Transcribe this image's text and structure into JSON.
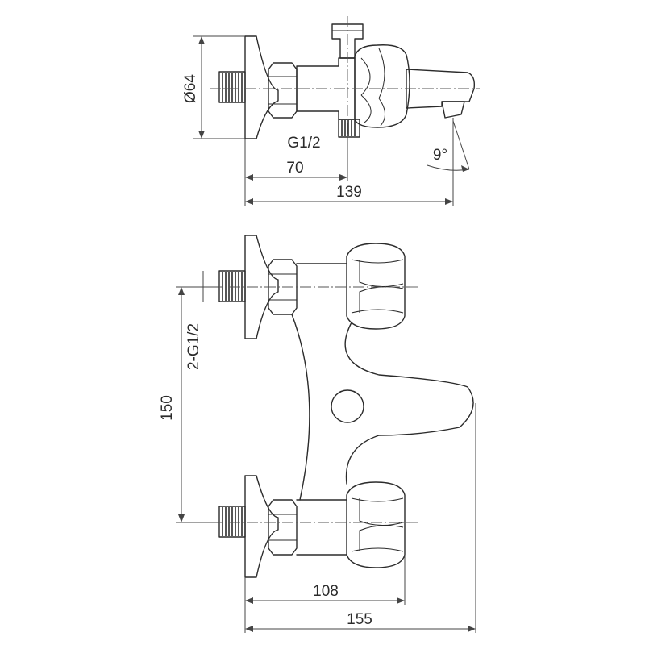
{
  "dimensions": {
    "diameter": "Ø64",
    "thread_outlet": "G1/2",
    "depth_to_outlet": "70",
    "overall_depth": "139",
    "spout_angle": "9°",
    "inlet_thread": "2-G1/2",
    "center_distance": "150",
    "handle_depth": "108",
    "overall_depth_front": "155"
  }
}
